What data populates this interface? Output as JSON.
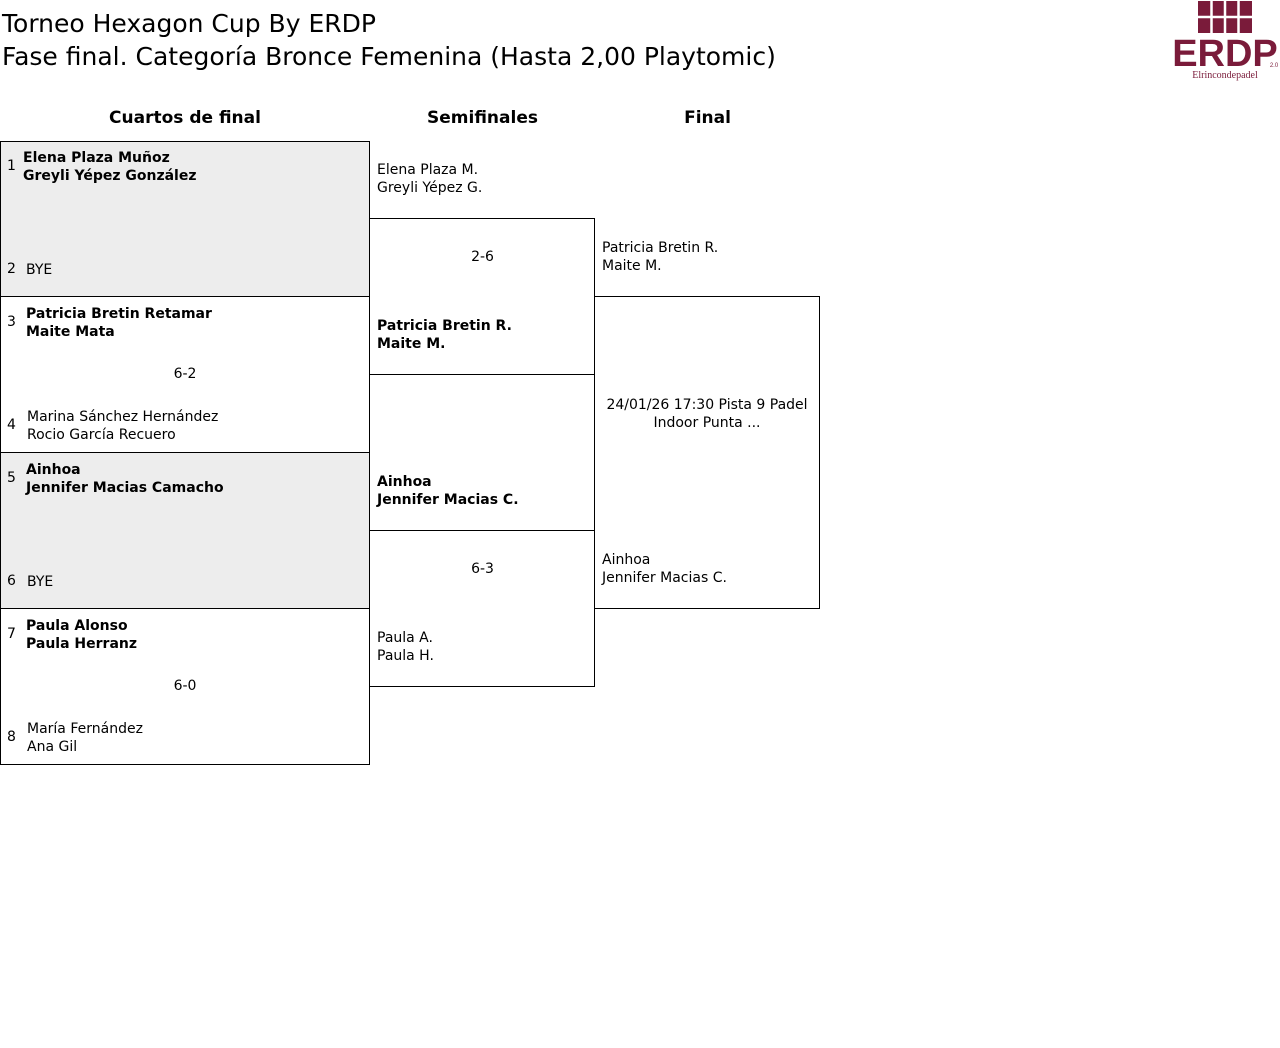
{
  "header": {
    "title": "Torneo Hexagon Cup By ERDP",
    "subtitle": "Fase final. Categoría Bronce Femenina (Hasta 2,00 Playtomic)"
  },
  "logo": {
    "name": "ERDP",
    "version": "2.0",
    "tagline": "Elrincondepadel",
    "color": "#7a1b3a"
  },
  "rounds": {
    "quarterfinals": "Cuartos de final",
    "semifinals": "Semifinales",
    "final": "Final"
  },
  "quarterfinals": [
    {
      "seed_a": "1",
      "a1": "Elena Plaza Muñoz",
      "a2": "Greyli Yépez González",
      "seed_b": "2",
      "b1": "BYE",
      "b2": "",
      "score": ""
    },
    {
      "seed_a": "3",
      "a1": "Patricia Bretin Retamar",
      "a2": "Maite Mata",
      "seed_b": "4",
      "b1": "Marina Sánchez Hernández",
      "b2": "Rocio García Recuero",
      "score": "6-2"
    },
    {
      "seed_a": "5",
      "a1": "Ainhoa",
      "a2": "Jennifer Macias Camacho",
      "seed_b": "6",
      "b1": "BYE",
      "b2": "",
      "score": ""
    },
    {
      "seed_a": "7",
      "a1": "Paula Alonso",
      "a2": "Paula Herranz",
      "seed_b": "8",
      "b1": "María Fernández",
      "b2": "Ana Gil",
      "score": "6-0"
    }
  ],
  "semifinals": [
    {
      "a1": "Elena Plaza M.",
      "a2": "Greyli Yépez G.",
      "b1": "Patricia Bretin R.",
      "b2": "Maite M.",
      "score": "2-6"
    },
    {
      "a1": "Ainhoa",
      "a2": "Jennifer Macias C.",
      "b1": "Paula A.",
      "b2": "Paula H.",
      "score": "6-3"
    }
  ],
  "final": {
    "a1": "Patricia Bretin R.",
    "a2": "Maite M.",
    "b1": "Ainhoa",
    "b2": "Jennifer Macias C.",
    "info": "24/01/26 17:30 Pista 9 Padel Indoor Punta ..."
  }
}
